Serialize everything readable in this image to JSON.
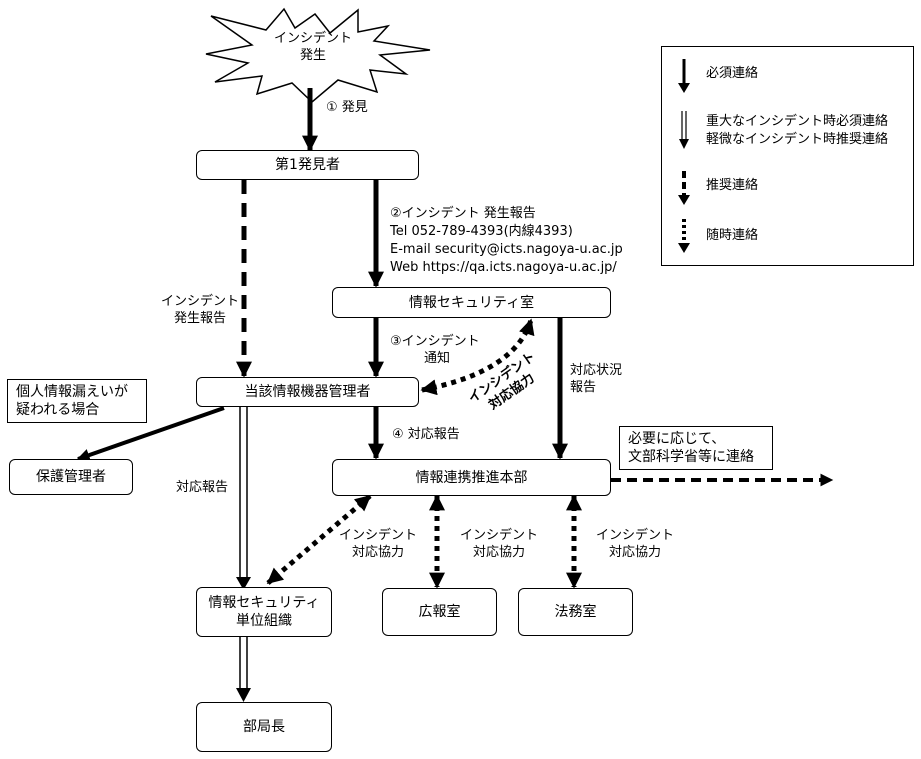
{
  "burst": {
    "line1": "インシデント",
    "line2": "発生"
  },
  "nodes": {
    "first_finder": "第1発見者",
    "security_office": "情報セキュリティ室",
    "device_admin": "当該情報機器管理者",
    "hq": "情報連携推進本部",
    "protection_admin": "保護管理者",
    "unit_org_line1": "情報セキュリティ",
    "unit_org_line2": "単位組織",
    "pr": "広報室",
    "legal": "法務室",
    "dept_head": "部局長"
  },
  "notes": {
    "personal_info_line1": "個人情報漏えいが",
    "personal_info_line2": "疑われる場合",
    "mext_line1": "必要に応じて、",
    "mext_line2": "文部科学省等に連絡"
  },
  "edge_labels": {
    "discovery": "① 発見",
    "report_line1": "②インシデント 発生報告",
    "report_tel": "Tel  052-789-4393(内線4393)",
    "report_email": "E-mail  security@icts.nagoya-u.ac.jp",
    "report_web": "Web  https://qa.icts.nagoya-u.ac.jp/",
    "notify_line1": "③インシデント",
    "notify_line2": "通知",
    "response_report": "④ 対応報告",
    "status_line1": "対応状況",
    "status_line2": "報告",
    "occ_line1": "インシデント",
    "occ_line2": "発生報告",
    "coop_diag_line1": "インシデント",
    "coop_diag_line2": "対応協力",
    "resp_report_left": "対応報告",
    "coop1_line1": "インシデント",
    "coop1_line2": "対応協力",
    "coop2_line1": "インシデント",
    "coop2_line2": "対応協力",
    "coop3_line1": "インシデント",
    "coop3_line2": "対応協力"
  },
  "legend": {
    "required": "必須連絡",
    "double_line1": "重大なインシデント時必須連絡",
    "double_line2": "軽微なインシデント時推奨連絡",
    "recommended": "推奨連絡",
    "as_needed": "随時連絡"
  }
}
